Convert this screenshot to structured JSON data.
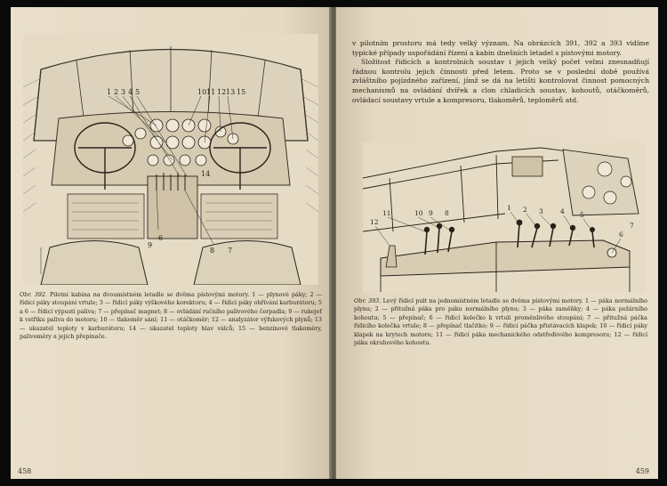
{
  "left_page": {
    "figure_caption_lead": "Obr. 392.",
    "figure_caption": "Pilotní kabina na dvoumístném letadle se dvěma pístovými motory. 1 — plynové páky; 2 — řídicí páky stoupání vrtule; 3 — řídicí páky výškového korektoru; 4 — řídicí páky ohřívání karburátoru; 5 a 6 — řídicí výpustí paliva; 7 — přepínač magnet; 8 — ovládání ručního palivového čerpadla; 9 — rukojeť k vstřiku paliva do motoru; 10 — tlakoměr sání; 11 — otáčkoměr; 12 — analyzátor výfukových plynů; 13 — ukazatel teploty v karburátoru; 14 — ukazatel teploty hlav válců; 15 — benzínové tlakoměry, palivoměry a jejich přepínače.",
    "page_number": "458",
    "callouts": [
      "1",
      "2",
      "3",
      "4",
      "5",
      "6",
      "7",
      "8",
      "9",
      "10",
      "11",
      "12",
      "13",
      "14",
      "15"
    ]
  },
  "right_page": {
    "paragraphs": [
      "v pilotním prostoru má tedy velký význam. Na obrázcích 391, 392 a 393 vidíme typické případy uspořádání řízení a kabin dnešních letadel s pístovými motory.",
      "Složitost řídicích a kontrolních soustav i jejich velký počet velmi znesnadňují řádnou kontrolu jejich činnosti před letem. Proto se v poslední době používá zvláštního pojízdného zařízení, jímž se dá na letišti kontrolovat činnost pomocných mechanismů na ovládání dvířek a clon chladicích soustav, kohoutů, otáčkoměrů, ovládací soustavy vrtule a kompresoru, tlakoměrů, teploměrů atd."
    ],
    "figure_caption_lead": "Obr. 393.",
    "figure_caption": "Levý řídicí pult na jednomístném letadle se dvěma pístovými motory. 1 — páka normálního plynu; 2 — přitužná páka pro páku normálního plynu; 3 — páka zaměňky; 4 — páka požárního kohoutu; 5 — přepínač; 6 — řídicí kolečko k vrtuli proměnlivého stoupání; 7 — přitužná páčka řídicího kolečka vrtule; 8 — přepínač tlačítko; 9 — řídicí páčka přistávacích klapek; 10 — řídicí páky klapek na krytech motoru; 11 — řídicí páka mechanického odstřeďového kompresoru; 12 — řídicí páka okruhového kohoutu.",
    "page_number": "459",
    "callouts": [
      "1",
      "2",
      "3",
      "4",
      "5",
      "6",
      "7",
      "8",
      "9",
      "10",
      "11",
      "12"
    ]
  }
}
